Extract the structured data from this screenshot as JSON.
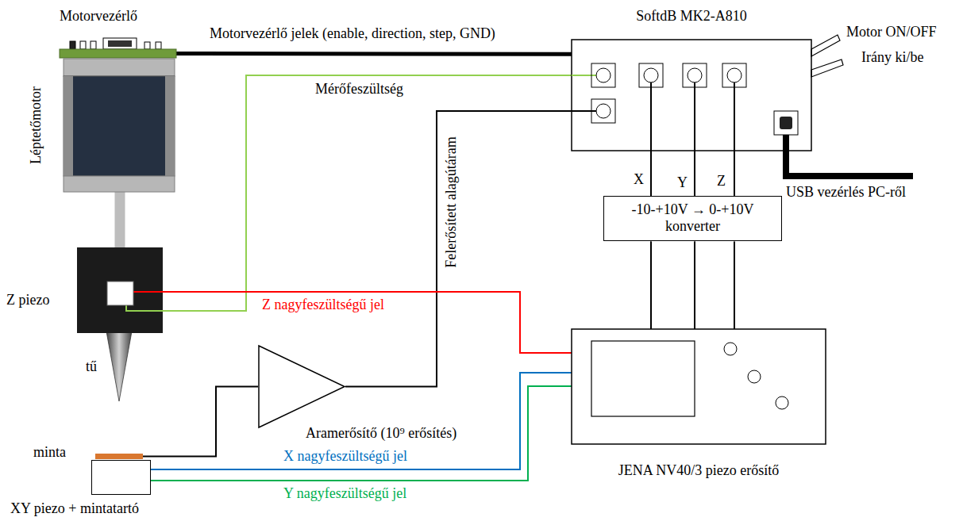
{
  "diagram": {
    "nodes": [
      {
        "text": [
          "Motorvezérlő"
        ]
      },
      {
        "text": [
          "SoftdB MK2-A810"
        ]
      },
      {
        "text": [
          "Léptetőmotor"
        ]
      },
      {
        "text": [
          "Z piezo"
        ]
      },
      {
        "text": [
          "-10-+10V → 0-+10V konverter"
        ]
      },
      {
        "text": [
          "Aramerősítő (10⁹ erősítés)"
        ]
      },
      {
        "text": [
          "minta"
        ]
      },
      {
        "text": [
          "JENA NV40/3 piezo erősítő"
        ]
      },
      {
        "text": [
          "XY piezo + mintatartó"
        ]
      }
    ],
    "edges": [
      {
        "from": 0,
        "to": 1,
        "label": "Motorvezérlő jelek (enable, direction, step, GND)",
        "arrow": "none"
      },
      {
        "from": 3,
        "to": 1,
        "label": "Mérőfeszültség",
        "arrow": "none"
      },
      {
        "from": 5,
        "to": 1,
        "label": "Felerősített alagútáram",
        "arrow": "none"
      },
      {
        "from": 1,
        "to": 4,
        "label": "X",
        "arrow": "none"
      },
      {
        "from": 1,
        "to": 4,
        "label": "Y",
        "arrow": "none"
      },
      {
        "from": 1,
        "to": 4,
        "label": "Z",
        "arrow": "none"
      },
      {
        "from": 4,
        "to": 7,
        "arrow": "none"
      },
      {
        "from": 4,
        "to": 7,
        "arrow": "none"
      },
      {
        "from": 4,
        "to": 7,
        "arrow": "none"
      },
      {
        "from": 7,
        "to": 3,
        "label": "Z nagyfeszültségű jel",
        "arrow": "none"
      },
      {
        "from": 7,
        "to": 8,
        "label": "X nagyfeszültségű jel",
        "arrow": "none"
      },
      {
        "from": 7,
        "to": 8,
        "label": "Y nagyfeszültségű jel",
        "arrow": "none"
      },
      {
        "from": 6,
        "to": 5,
        "arrow": "none"
      },
      {
        "from": 2,
        "to": 3,
        "arrow": "none"
      }
    ],
    "labels": [
      "Motor ON/OFF",
      "Irány ki/be",
      "USB vezérlés PC-ről",
      "tű"
    ]
  }
}
